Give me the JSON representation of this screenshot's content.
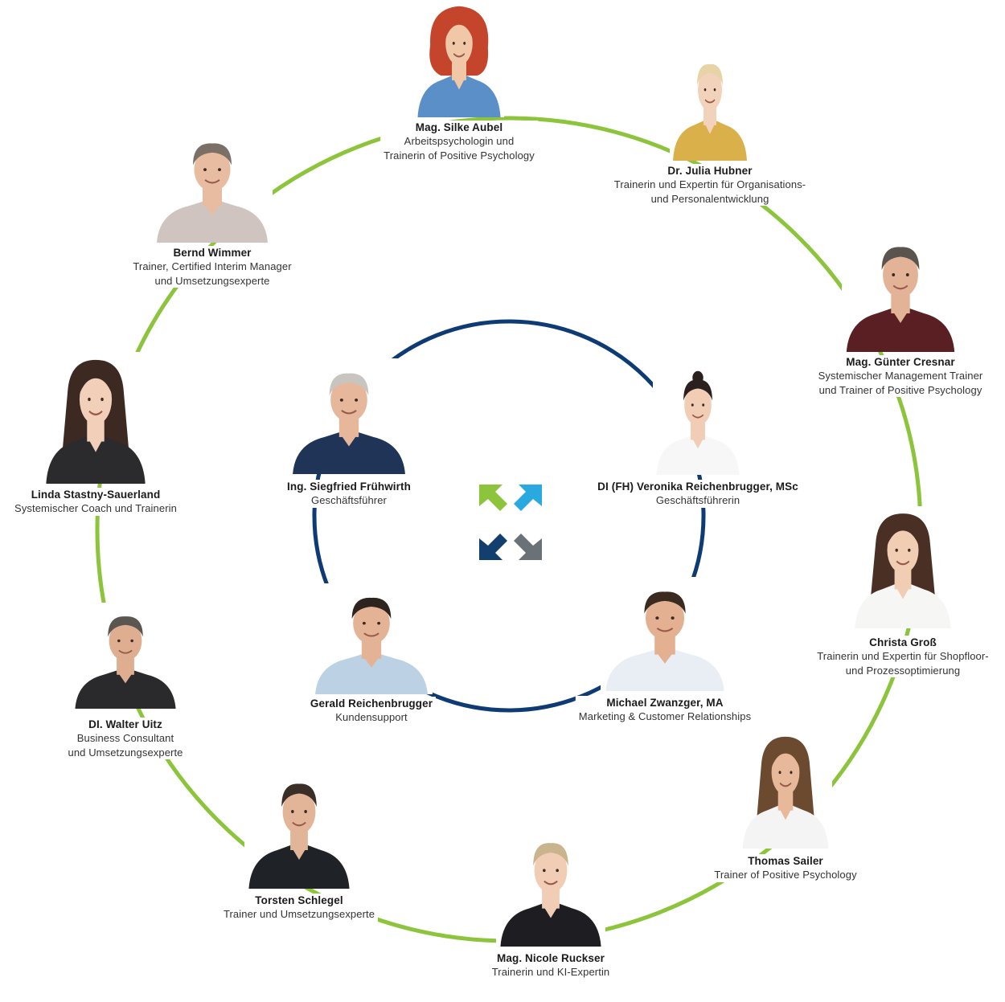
{
  "colors": {
    "outer_ring": "#8cc43c",
    "inner_ring": "#0e3b73",
    "logo_green": "#8cc43c",
    "logo_lightblue": "#2aa8e0",
    "logo_navy": "#123f6e",
    "logo_gray": "#6b7277"
  },
  "logo": {
    "icon": "four-arrows-logo-icon"
  },
  "people": [
    {
      "id": "silke-aubel",
      "ring": "outer",
      "name": "Mag. Silke Aubel",
      "role": [
        "Arbeitspsychologin und",
        "Trainerin of Positive Psychology"
      ],
      "skin": "#f0c8a8",
      "hair": "#c4442c",
      "shirt": "#5b8fc7",
      "hair_style": "curly"
    },
    {
      "id": "julia-hubner",
      "ring": "outer",
      "name": "Dr. Julia Hubner",
      "role": [
        "Trainerin und Expertin für Organisations-",
        "und Personalentwicklung"
      ],
      "skin": "#f3d2bb",
      "hair": "#e6d3a6",
      "shirt": "#d9b04a",
      "hair_style": "short"
    },
    {
      "id": "guenter-cresnar",
      "ring": "outer",
      "name": "Mag. Günter Cresnar",
      "role": [
        "Systemischer Management Trainer",
        "und Trainer of Positive Psychology"
      ],
      "skin": "#e2b396",
      "hair": "#5a534e",
      "shirt": "#5a1f22",
      "hair_style": "short"
    },
    {
      "id": "christa-gross",
      "ring": "outer",
      "name": "Christa Groß",
      "role": [
        "Trainerin und Expertin für Shopfloor-",
        "und Prozessoptimierung"
      ],
      "skin": "#f1cdb4",
      "hair": "#4a3024",
      "shirt": "#f6f6f4",
      "hair_style": "long"
    },
    {
      "id": "thomas-sailer",
      "ring": "outer",
      "name": "Thomas Sailer",
      "role": [
        "Trainer of Positive Psychology"
      ],
      "skin": "#e7b99a",
      "hair": "#6b4a30",
      "shirt": "#f4f4f4",
      "hair_style": "long"
    },
    {
      "id": "nicole-ruckser",
      "ring": "outer",
      "name": "Mag. Nicole Ruckser",
      "role": [
        "Trainerin und KI-Expertin"
      ],
      "skin": "#f0cdb4",
      "hair": "#c9b48e",
      "shirt": "#1e1e22",
      "hair_style": "short"
    },
    {
      "id": "torsten-schlegel",
      "ring": "outer",
      "name": "Torsten Schlegel",
      "role": [
        "Trainer und Umsetzungsexperte"
      ],
      "skin": "#e3b598",
      "hair": "#3a2f28",
      "shirt": "#1f2226",
      "hair_style": "short"
    },
    {
      "id": "walter-uitz",
      "ring": "outer",
      "name": "DI. Walter Uitz",
      "role": [
        "Business Consultant",
        "und Umsetzungsexperte"
      ],
      "skin": "#dfae90",
      "hair": "#5c5650",
      "shirt": "#2a2a2c",
      "hair_style": "short"
    },
    {
      "id": "linda-stastny",
      "ring": "outer",
      "name": "Linda Stastny-Sauerland",
      "role": [
        "Systemischer Coach und Trainerin"
      ],
      "skin": "#f2cfb8",
      "hair": "#3c2a22",
      "shirt": "#2b2b2e",
      "hair_style": "long"
    },
    {
      "id": "bernd-wimmer",
      "ring": "outer",
      "name": "Bernd Wimmer",
      "role": [
        "Trainer, Certified Interim Manager",
        "und Umsetzungsexperte"
      ],
      "skin": "#e8bca0",
      "hair": "#7a7068",
      "shirt": "#cfc4c0",
      "hair_style": "short"
    },
    {
      "id": "siegfried-fruehwirth",
      "ring": "inner",
      "name": "Ing. Siegfried Frühwirth",
      "role": [
        "Geschäftsführer"
      ],
      "skin": "#e6b79a",
      "hair": "#c8c4c0",
      "shirt": "#1f3456",
      "hair_style": "short"
    },
    {
      "id": "veronika-reichenbrugger",
      "ring": "inner",
      "name": "DI (FH) Veronika Reichenbrugger, MSc",
      "role": [
        "Geschäftsführerin"
      ],
      "skin": "#f2cdb6",
      "hair": "#2a211e",
      "shirt": "#f7f7f7",
      "hair_style": "bun"
    },
    {
      "id": "gerald-reichenbrugger",
      "ring": "inner",
      "name": "Gerald Reichenbrugger",
      "role": [
        "Kundensupport"
      ],
      "skin": "#e4b396",
      "hair": "#2d2420",
      "shirt": "#bcd1e4",
      "hair_style": "short"
    },
    {
      "id": "michael-zwanzger",
      "ring": "inner",
      "name": "Michael Zwanzger, MA",
      "role": [
        "Marketing & Customer Relationships"
      ],
      "skin": "#e3b092",
      "hair": "#3a2a20",
      "shirt": "#e9eef4",
      "hair_style": "short"
    }
  ]
}
